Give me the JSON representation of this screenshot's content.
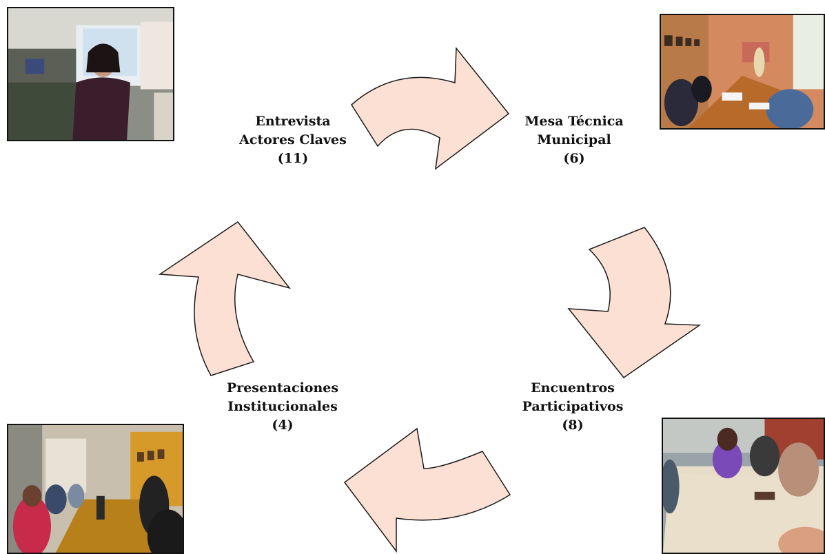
{
  "diagram": {
    "nodes": [
      {
        "id": "entrevista",
        "lines": [
          "Entrevista",
          "Actores Claves",
          "(11)"
        ],
        "photo": "photo-interview"
      },
      {
        "id": "mesa",
        "lines": [
          "Mesa Técnica",
          "Municipal",
          "(6)"
        ],
        "photo": "photo-technical-meeting"
      },
      {
        "id": "encuentros",
        "lines": [
          "Encuentros",
          "Participativos",
          "(8)"
        ],
        "photo": "photo-participatory-workshop"
      },
      {
        "id": "presentaciones",
        "lines": [
          "Presentaciones",
          "Institucionales",
          "(4)"
        ],
        "photo": "photo-institutional-presentation"
      }
    ],
    "arrow_color": "#fbe0d3",
    "flow": "clockwise"
  }
}
